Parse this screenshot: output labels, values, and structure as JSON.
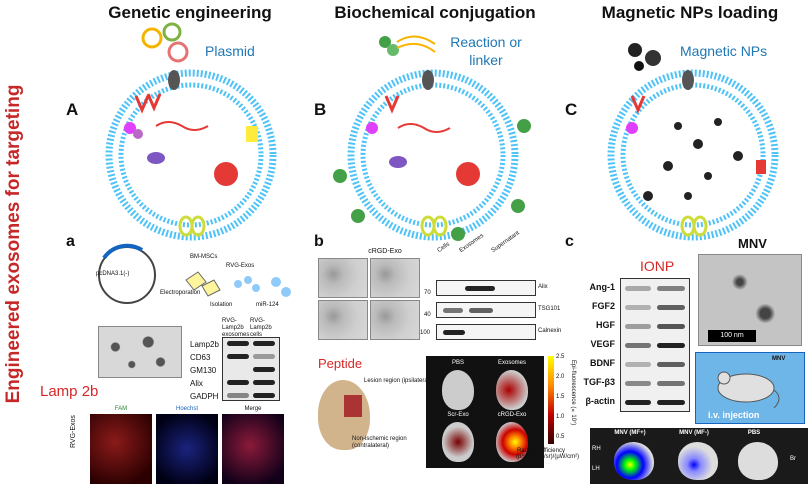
{
  "side_title": "Engineered exosomes for targeting",
  "columns": [
    {
      "title": "Genetic engineering",
      "tag": "Plasmid",
      "letter": "A"
    },
    {
      "title": "Biochemical conjugation",
      "tag": "Reaction or linker",
      "letter": "B"
    },
    {
      "title": "Magnetic NPs loading",
      "tag": "Magnetic NPs",
      "letter": "C"
    }
  ],
  "panel_a": {
    "letter": "a",
    "plasmid_label": "pcDNA3.1(-)",
    "flow_labels": [
      "BM-MSCs",
      "Electroporation",
      "RVG-Exos",
      "Isolation",
      "miR-124"
    ],
    "blot_headers": [
      "RVG-Lamp2b exosomes",
      "RVG-Lamp2b cells"
    ],
    "blot_rows": [
      "Lamp2b",
      "CD63",
      "GM130",
      "Alix",
      "GADPH"
    ],
    "label": "Lamp 2b",
    "stain_headers": [
      "FAM",
      "Hoechst",
      "Merge"
    ],
    "stain_row": "RVG-Exos"
  },
  "panel_b": {
    "letter": "b",
    "em_title": "cRGD-Exo",
    "blot_cols": [
      "Cells",
      "Exosomes",
      "Supernatant"
    ],
    "blot_rows": [
      "Alix",
      "TSG101",
      "Calnexin"
    ],
    "mw": [
      "70",
      "40",
      "100"
    ],
    "label": "Peptide",
    "brain_labels": [
      "Lesion region (ipsilateral)",
      "Non-ischemic region (contralateral)"
    ],
    "imaging_labels": [
      "PBS",
      "Exosomes",
      "Scr-Exo",
      "cRGD-Exo"
    ],
    "colorbar_label": "Epi-fluorescence (×10⁷)",
    "colorbar_ticks": [
      "2.5",
      "2.0",
      "1.5",
      "1.0",
      "0.5"
    ],
    "radiant_label": "Radiant Efficiency (p/sec/cm²/sr)/(µW/cm²)"
  },
  "panel_c": {
    "letter": "c",
    "label": "IONP",
    "blot_rows": [
      "Ang-1",
      "FGF2",
      "HGF",
      "VEGF",
      "BDNF",
      "TGF-β3",
      "β-actin"
    ],
    "em_title": "MNV",
    "scale_label": "100 nm",
    "mouse_badge": "MNV",
    "injection_label": "i.v. injection",
    "imaging_cols": [
      "MNV (MF+)",
      "MNV (MF-)",
      "PBS"
    ],
    "imaging_side": [
      "RH",
      "LH"
    ],
    "imaging_br": "Br"
  },
  "colors": {
    "title_red": "#c62828",
    "blue": "#1f77b4",
    "membrane": "#4fc3f7",
    "peptide_red": "#d62728"
  }
}
